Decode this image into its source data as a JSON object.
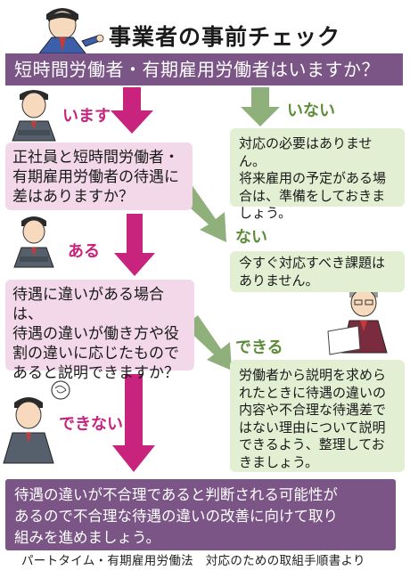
{
  "title": "事業者の事前チェック",
  "question_bar": "短時間労働者・有期雇用労働者はいますか？",
  "labels": {
    "imasu": "います",
    "inai": "いない",
    "aru": "ある",
    "nai": "ない",
    "dekiru": "できる",
    "dekinai": "できない"
  },
  "boxes": {
    "q2": [
      "正社員と短時間労働者・",
      "有期雇用労働者の待遇に",
      "差はありますか？"
    ],
    "inai_result": [
      "対応の必要はありません。",
      "将来雇用の予定がある場",
      "合は、準備をしておきま",
      "しょう。"
    ],
    "nai_result": [
      "今すぐ対応すべき課題は",
      "ありません。"
    ],
    "q3": [
      "待遇に違いがある場合は、",
      "待遇の違いが働き方や役",
      "割の違いに応じたもので",
      "あると説明できますか？"
    ],
    "dekiru_result": [
      "労働者から説明を求めら",
      "れたときに待遇の違いの",
      "内容や不合理な待遇差で",
      "はない理由について説明",
      "できるよう、整理してお",
      "きましょう。"
    ],
    "final": [
      "待遇の違いが不合理であると判断される可能性が",
      "あるので不合理な待遇の違いの改善に向けて取り",
      "組みを進めましょう。"
    ]
  },
  "source": "パートタイム・有期雇用労働法　対応のための取組手順書より",
  "colors": {
    "purple": "#7a5585",
    "pink_arrow": "#c8247e",
    "pink_box": "#f2d8e8",
    "green_arrow": "#8fb07a",
    "green_box": "#e2efd2"
  }
}
